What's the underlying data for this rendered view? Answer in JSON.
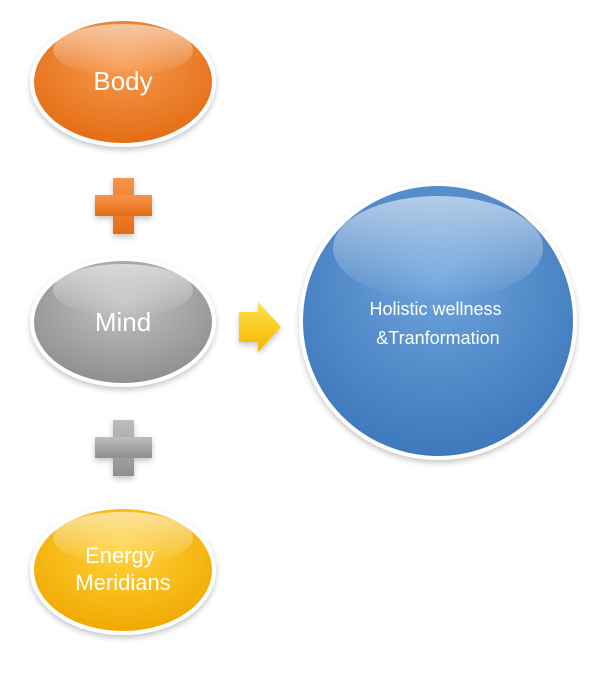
{
  "nodes": {
    "body": {
      "label": "Body",
      "color": "#ee7a2a"
    },
    "mind": {
      "label": "Mind",
      "color": "#a6a6a6"
    },
    "energy": {
      "lines": [
        "Energy",
        "Meridians"
      ],
      "color": "#f5b800"
    },
    "result": {
      "lines": [
        "Holistic wellness",
        "&Tranformation"
      ],
      "color": "#4a86c8"
    }
  },
  "connectors": {
    "plus_top": {
      "symbol": "plus",
      "color": "#ee7a2a"
    },
    "plus_bottom": {
      "symbol": "plus",
      "color": "#a6a6a6"
    },
    "arrow": {
      "symbol": "right-arrow",
      "color": "#f5c400"
    }
  }
}
